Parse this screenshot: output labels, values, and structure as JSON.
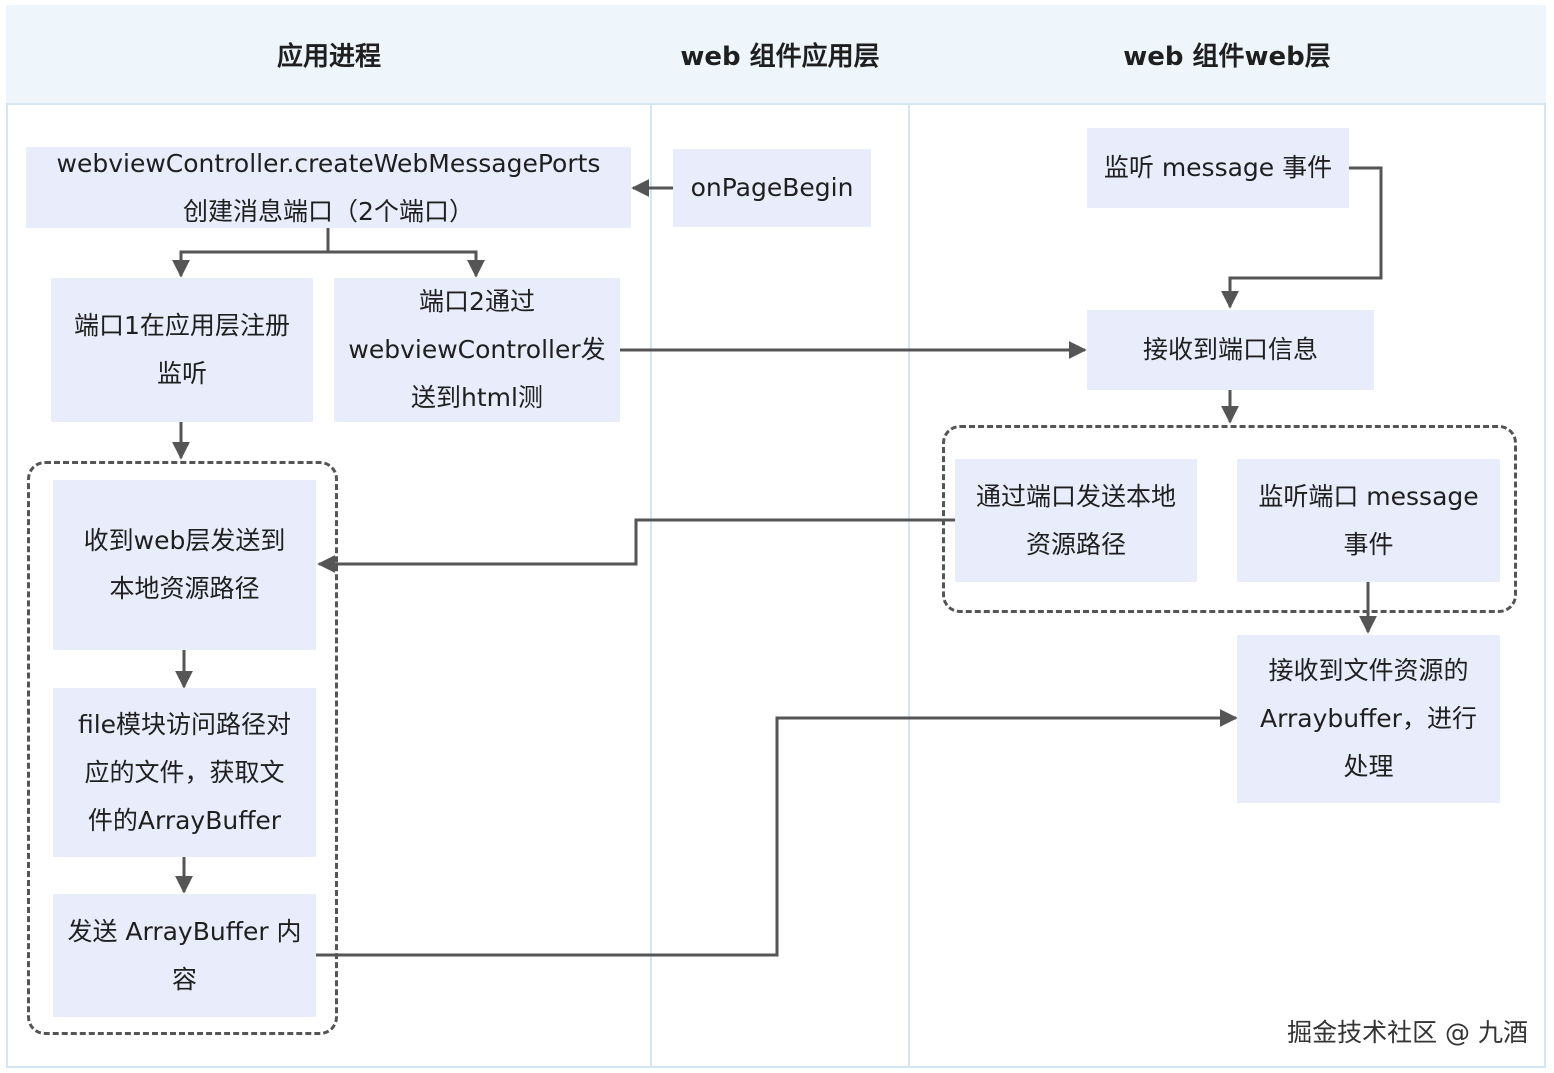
{
  "lanes": {
    "app": "应用进程",
    "component_app": "web 组件应用层",
    "component_web": "web 组件web层"
  },
  "nodes": {
    "create_ports": "webviewController.createWebMessagePorts\n创建消息端口（2个端口）",
    "on_page_begin": "onPageBegin",
    "port1_listen": "端口1在应用层注册\n监听",
    "port2_send": "端口2通过\nwebviewController发\n送到html测",
    "listen_message": "监听 message 事件",
    "receive_port": "接收到端口信息",
    "send_path": "通过端口发送本地\n资源路径",
    "listen_port_message": "监听端口 message\n事件",
    "receive_path": "收到web层发送到\n本地资源路径",
    "file_module": "file模块访问路径对\n应的文件，获取文\n件的ArrayBuffer",
    "send_arraybuffer": "发送 ArrayBuffer 内\n容",
    "receive_arraybuffer": "接收到文件资源的\nArraybuffer，进行\n处理"
  },
  "watermark": "掘金技术社区 @ 九酒",
  "colors": {
    "node_fill": "#e9edfb",
    "header_fill": "#eef6fb",
    "lane_border": "#d3e6f2",
    "edge": "#555555"
  }
}
